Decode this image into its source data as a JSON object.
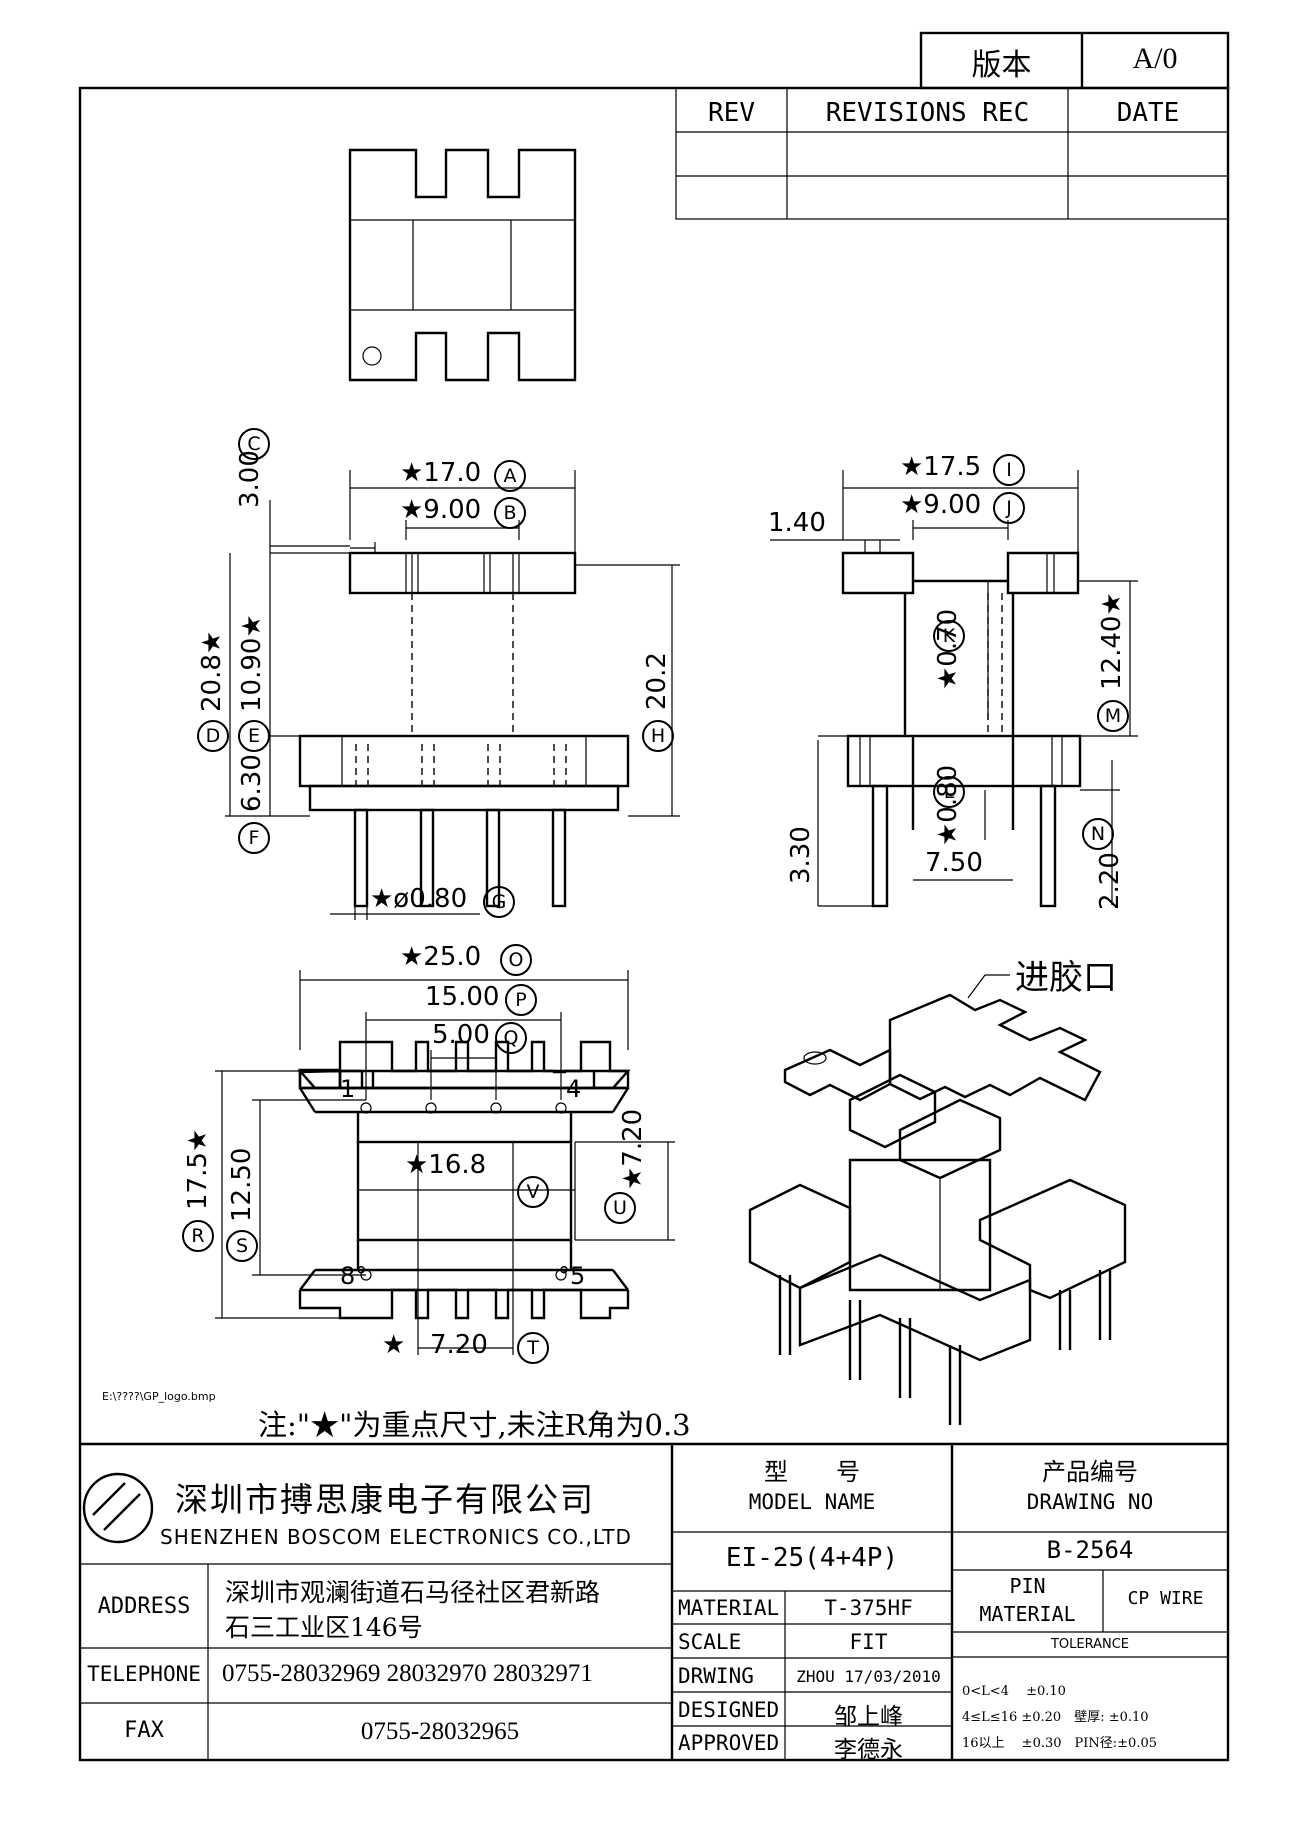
{
  "version_box": {
    "label": "版本",
    "value": "A/0"
  },
  "revisions": {
    "rev": "REV",
    "rec": "REVISIONS REC",
    "date": "DATE"
  },
  "dims": {
    "A": "★17.0",
    "B": "★9.00",
    "C": "3.00",
    "D": "20.8★",
    "E": "10.90★",
    "F": "6.30",
    "G": "★ø0.80",
    "H": "20.2",
    "I": "★17.5",
    "J": "★9.00",
    "w140": "1.40",
    "K": "★0.70",
    "M": "12.40★",
    "L": "★0.80",
    "w750": "7.50",
    "w330": "3.30",
    "N": "2.20",
    "O": "★25.0",
    "P": "15.00",
    "Q": "5.00",
    "V": "★16.8",
    "U": "★7.20",
    "R": "17.5★",
    "S": "12.50",
    "T": "7.20",
    "Tstar": "★"
  },
  "circle_labels": [
    "A",
    "B",
    "C",
    "D",
    "E",
    "F",
    "G",
    "H",
    "I",
    "J",
    "K",
    "L",
    "M",
    "N",
    "O",
    "P",
    "Q",
    "R",
    "S",
    "T",
    "U",
    "V"
  ],
  "pins": {
    "p1": "1",
    "p4": "4",
    "p5": "°5",
    "p8": "8°"
  },
  "gate_label": "进胶口",
  "logo_path": "E:\\????\\GP_logo.bmp",
  "note": "注:\"★\"为重点尺寸,未注R角为0.3",
  "company": {
    "cn": "深圳市搏思康电子有限公司",
    "en": "SHENZHEN BOSCOM ELECTRONICS CO.,LTD"
  },
  "address": {
    "label": "ADDRESS",
    "line1": "深圳市观澜街道石马径社区君新路",
    "line2": "石三工业区146号"
  },
  "telephone": {
    "label": "TELEPHONE",
    "value": "0755-28032969 28032970 28032971"
  },
  "fax": {
    "label": "FAX",
    "value": "0755-28032965"
  },
  "model": {
    "label_cn": "型　　号",
    "label_en": "MODEL NAME",
    "value": "EI-25(4+4P)"
  },
  "drawing": {
    "label_cn": "产品编号",
    "label_en": "DRAWING NO",
    "value": "B-2564"
  },
  "material": {
    "label": "MATERIAL",
    "value": "T-375HF"
  },
  "scale": {
    "label": "SCALE",
    "value": "FIT"
  },
  "drwing": {
    "label": "DRWING",
    "value": "ZHOU 17/03/2010"
  },
  "designed": {
    "label": "DESIGNED",
    "value": "邹上峰"
  },
  "approved": {
    "label": "APPROVED",
    "value": "李德永"
  },
  "pin_material": {
    "label1": "PIN",
    "label2": "MATERIAL",
    "value": "CP WIRE"
  },
  "tolerance": {
    "title": "TOLERANCE",
    "r1": "0<L<4　 ±0.10",
    "r2": "4≤L≤16 ±0.20　壁厚: ±0.10",
    "r3": "16以上　 ±0.30　PIN径:±0.05"
  }
}
